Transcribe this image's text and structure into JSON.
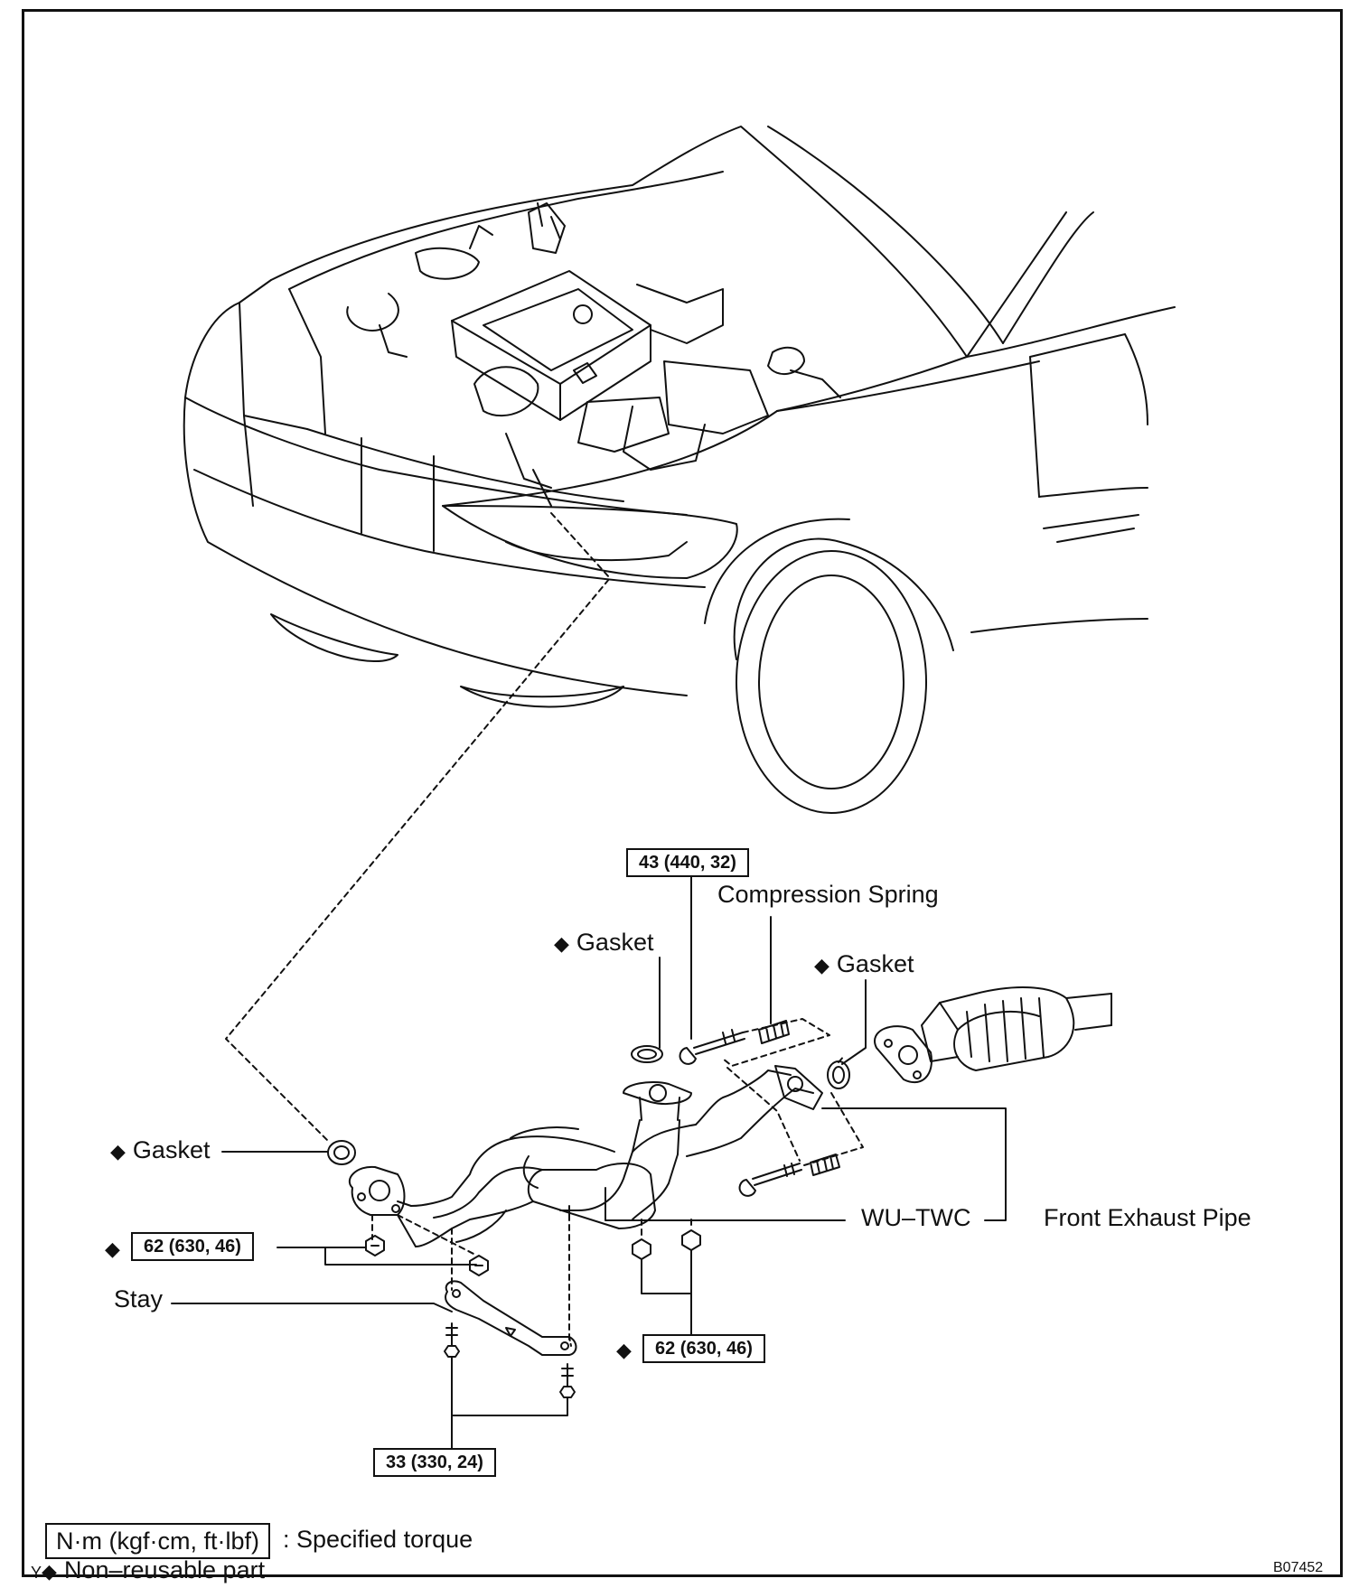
{
  "labels": {
    "torque_top": "43 (440, 32)",
    "compression_spring": "Compression Spring",
    "gasket_upper_left": "Gasket",
    "gasket_upper_right": "Gasket",
    "gasket_left": "Gasket",
    "torque_left": "62 (630, 46)",
    "stay": "Stay",
    "wu_twc": "WU–TWC",
    "front_exhaust_pipe": "Front Exhaust Pipe",
    "torque_right": "62 (630, 46)",
    "torque_bottom": "33 (330, 24)"
  },
  "legend": {
    "torque_unit": "N·m (kgf·cm, ft·lbf)",
    "torque_desc": ": Specified torque",
    "nonreusable_prefix": "Y",
    "nonreusable_desc": "Non–reusable part"
  },
  "figure_code": "B07452",
  "symbols": {
    "diamond": "◆"
  },
  "colors": {
    "line": "#111111",
    "background": "#ffffff"
  }
}
